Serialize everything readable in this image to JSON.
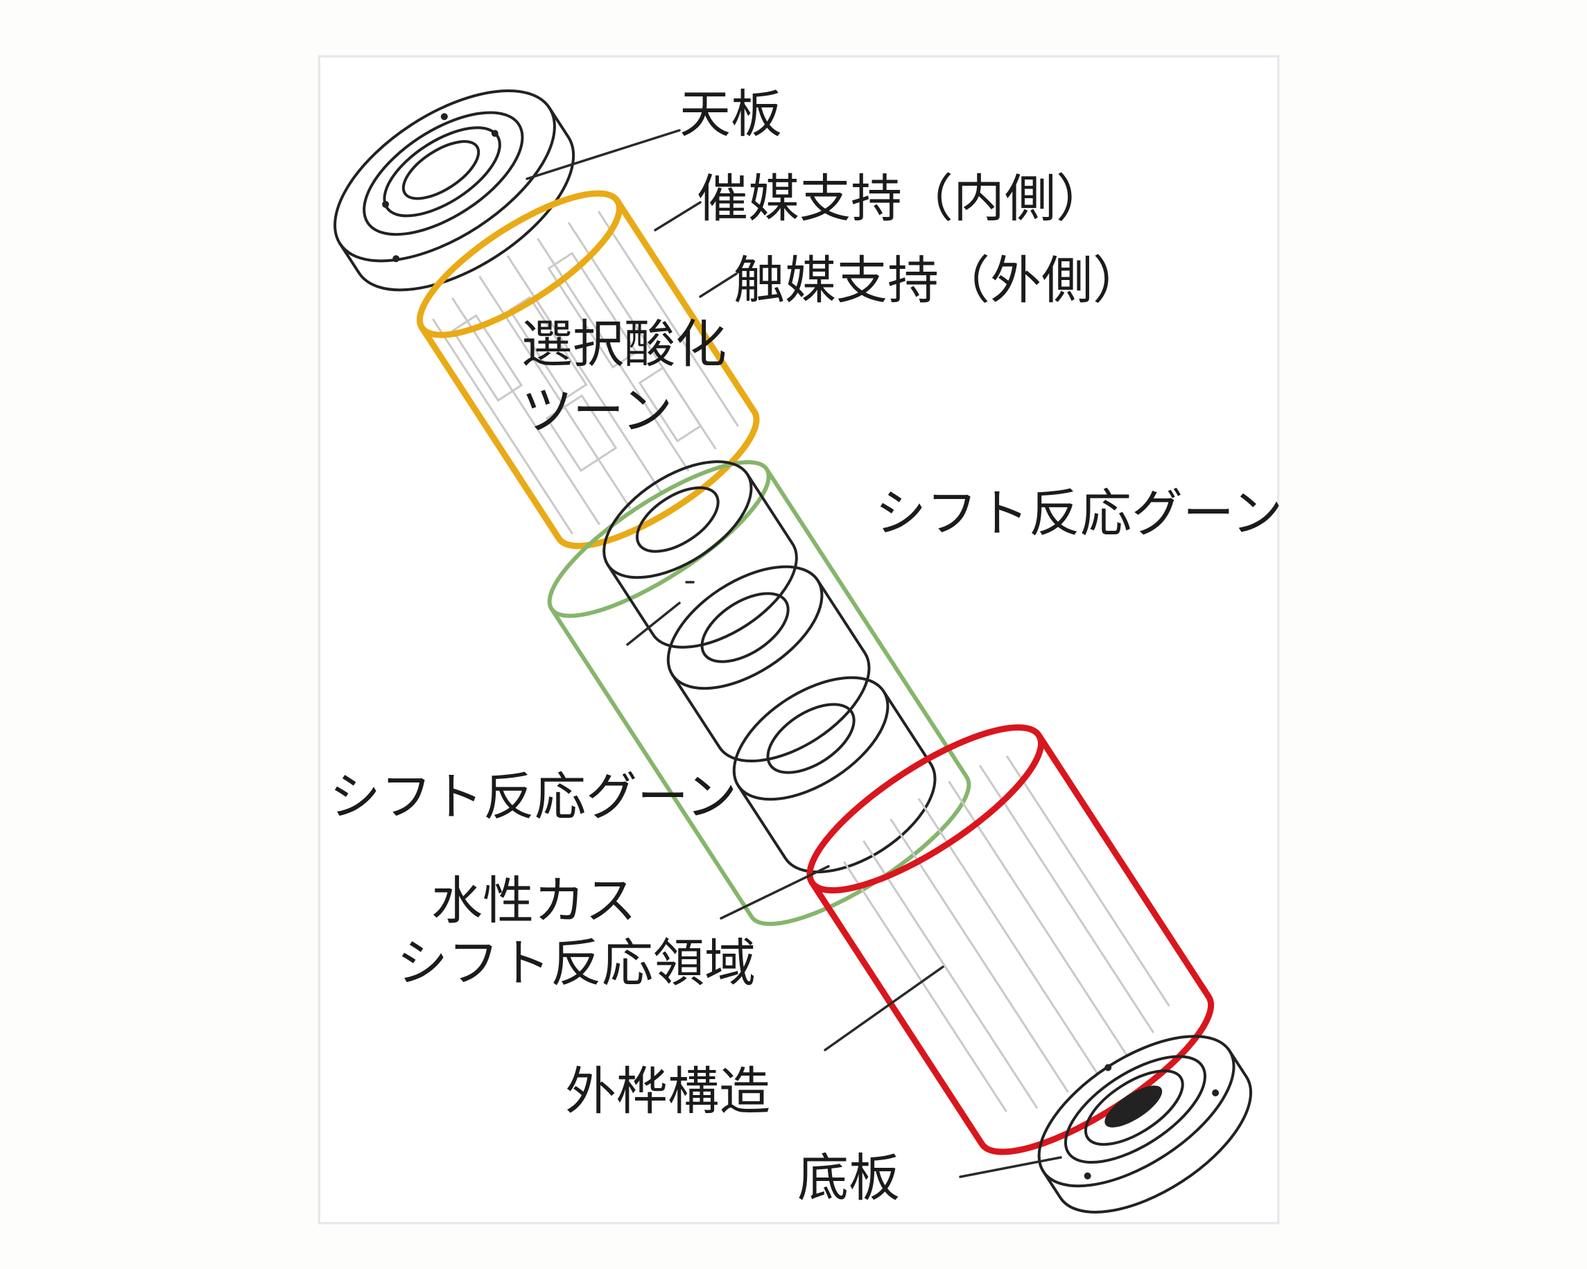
{
  "labels": {
    "top_plate": "天板",
    "catalyst_support_inner": "催媒支持（内側）",
    "catalyst_support_outer": "触媒支持（外側）",
    "selective_oxidation_zone_line1": "選択酸化",
    "selective_oxidation_zone_line2": "ツーン",
    "shift_reaction_zone_upper": "シフト反応グーン",
    "shift_reaction_zone_lower": "シフト反応グーン",
    "water_gas_shift_line1": "水性カス",
    "water_gas_shift_line2": "シフト反応領域",
    "outer_frame_structure": "外桦構造",
    "bottom_plate": "底板"
  },
  "colors": {
    "selective_oxidation_outline": "#e9aa16",
    "shift_reaction_outline": "#86b56c",
    "outer_frame_outline": "#d9161d",
    "line_art": "#222222",
    "label_text": "#1b1b1b"
  }
}
